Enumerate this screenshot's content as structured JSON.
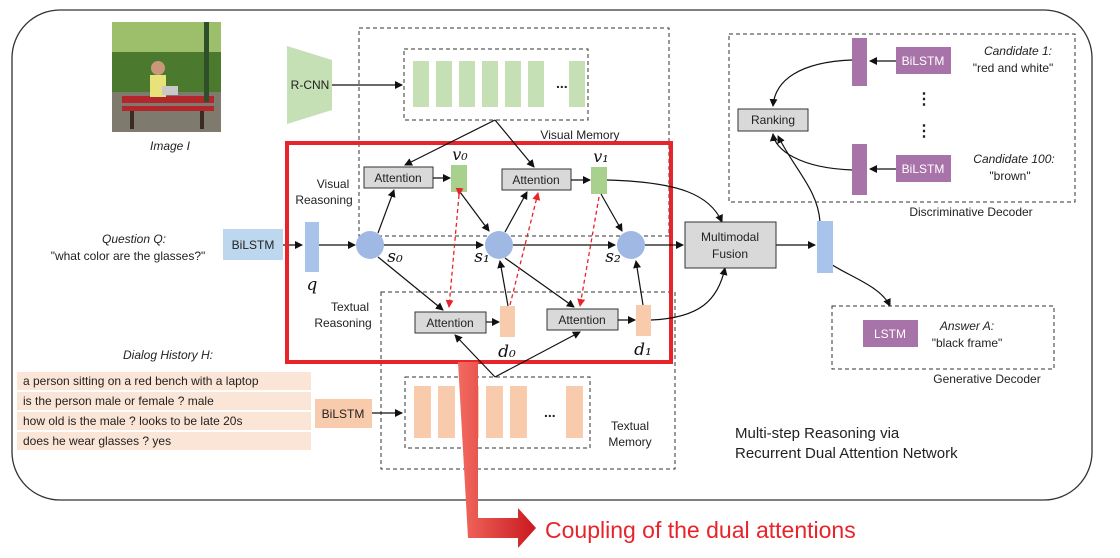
{
  "image": {
    "label": "Image I"
  },
  "rcnn": {
    "label": "R-CNN"
  },
  "visual_memory": {
    "label": "Visual Memory",
    "ellipsis": "..."
  },
  "question": {
    "title": "Question Q:",
    "text": "\"what color are the glasses?\"",
    "encoder": "BiLSTM",
    "symbol": "q"
  },
  "visual_reasoning": {
    "label_line1": "Visual",
    "label_line2": "Reasoning"
  },
  "textual_reasoning": {
    "label_line1": "Textual",
    "label_line2": "Reasoning"
  },
  "attention_label": "Attention",
  "symbols": {
    "v0": "v₀",
    "v1": "v₁",
    "s0": "s₀",
    "s1": "s₁",
    "s2": "s₂",
    "d0": "d₀",
    "d1": "d₁"
  },
  "fusion": {
    "line1": "Multimodal",
    "line2": "Fusion"
  },
  "dialog_history": {
    "title": "Dialog History H:",
    "rows": [
      "a person sitting on a red bench with a laptop",
      "is the person male or female ? male",
      "how old is the male ? looks to be late 20s",
      "does he wear glasses ? yes"
    ],
    "encoder": "BiLSTM"
  },
  "textual_memory": {
    "line1": "Textual",
    "line2": "Memory",
    "ellipsis": "..."
  },
  "discriminative": {
    "label": "Discriminative Decoder",
    "ranking": "Ranking",
    "encoder": "BiLSTM",
    "candidate1_title": "Candidate 1:",
    "candidate1_text": "\"red and white\"",
    "candidate100_title": "Candidate 100:",
    "candidate100_text": "\"brown\"",
    "dots": "⋮"
  },
  "generative": {
    "label": "Generative Decoder",
    "decoder": "LSTM",
    "answer_title": "Answer A:",
    "answer_text": "\"black frame\""
  },
  "caption": {
    "line1": "Multi-step Reasoning via",
    "line2": "Recurrent Dual Attention Network"
  },
  "callout": {
    "text": "Coupling of the dual attentions"
  },
  "colors": {
    "visual_memory": "#c5e0b4",
    "textual_memory": "#f8cbad",
    "question_bar": "#a9c4eb",
    "node": "#9fb9e4",
    "attention": "#d9d9d9",
    "decoder": "#a873a8",
    "highlight": "#e8232a",
    "dashed_link": "#e8232a",
    "fusion": "#d9d9d9"
  }
}
